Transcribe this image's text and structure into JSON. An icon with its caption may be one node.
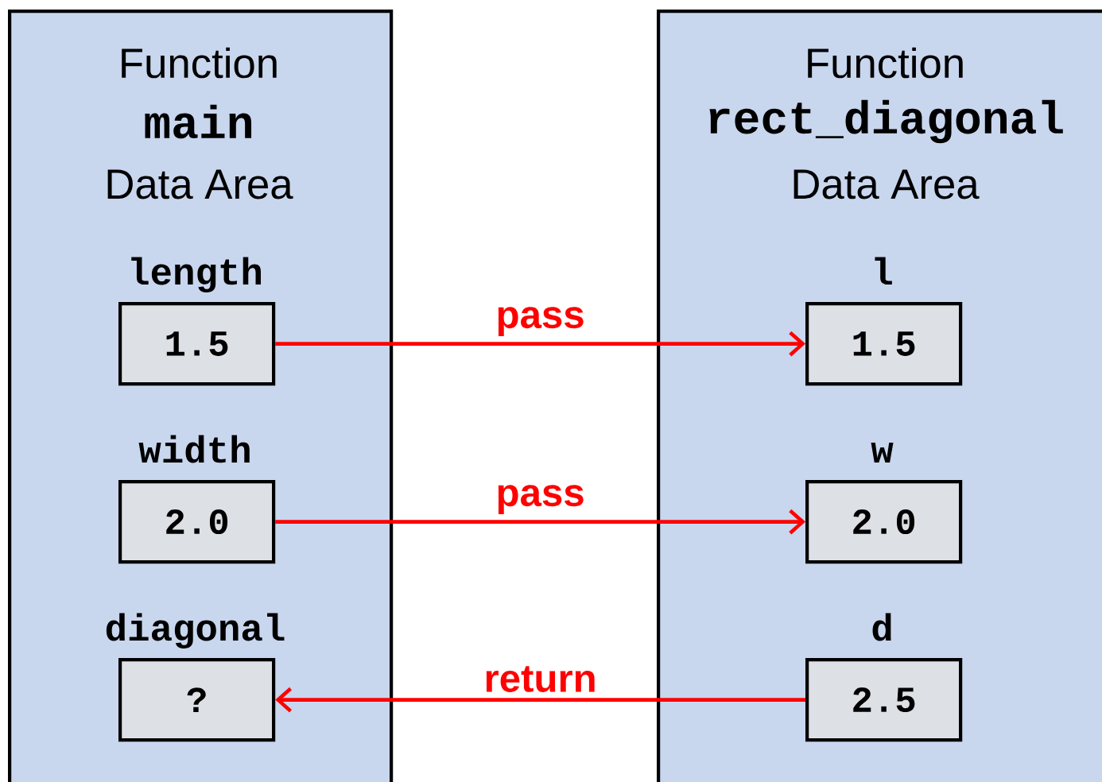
{
  "diagram": {
    "nodes": [
      {
        "text": [
          "Function",
          "main",
          "Data Area"
        ]
      },
      {
        "text": [
          "length",
          "1.5"
        ],
        "in": 0
      },
      {
        "text": [
          "width",
          "2.0"
        ],
        "in": 0
      },
      {
        "text": [
          "diagonal",
          "?"
        ],
        "in": 0
      },
      {
        "text": [
          "Function",
          "rect_diagonal",
          "Data Area"
        ]
      },
      {
        "text": [
          "l",
          "1.5"
        ],
        "in": 4
      },
      {
        "text": [
          "w",
          "2.0"
        ],
        "in": 4
      },
      {
        "text": [
          "d",
          "2.5"
        ],
        "in": 4
      }
    ],
    "edges": [
      {
        "from": 1,
        "to": 5,
        "arrow": "to",
        "label": "pass"
      },
      {
        "from": 2,
        "to": 6,
        "arrow": "to",
        "label": "pass"
      },
      {
        "from": 7,
        "to": 3,
        "arrow": "to",
        "label": "return"
      }
    ]
  }
}
